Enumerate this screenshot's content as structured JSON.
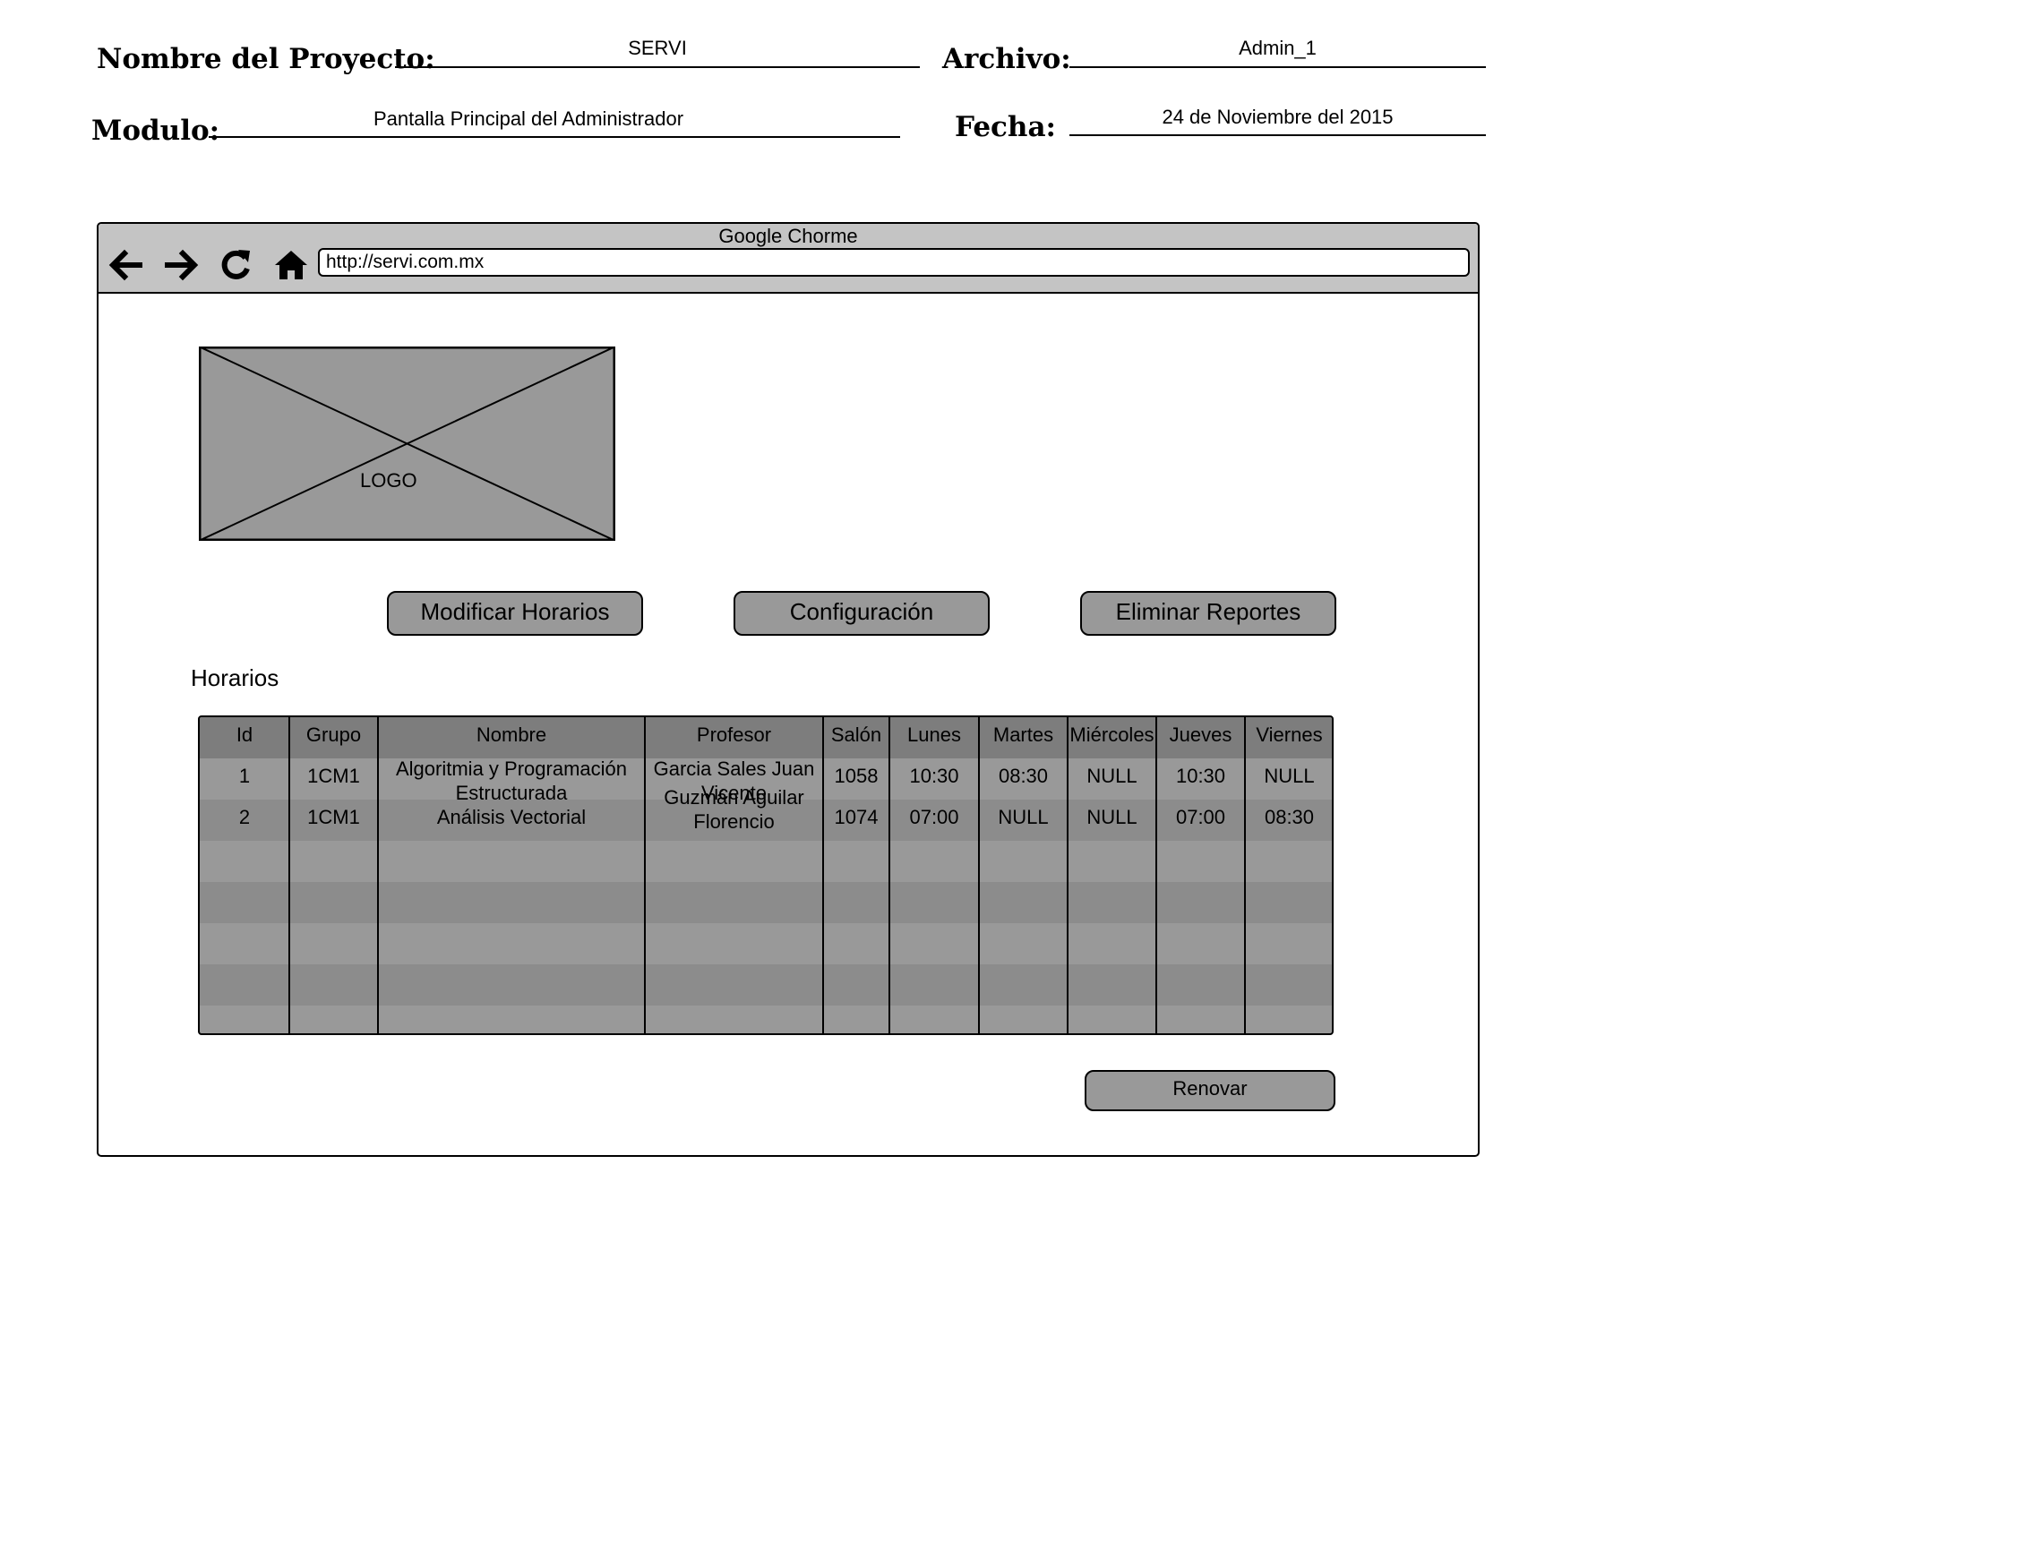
{
  "header": {
    "project_label": "Nombre del Proyecto:",
    "project_value": "SERVI",
    "file_label": "Archivo:",
    "file_value": "Admin_1",
    "module_label": "Modulo:",
    "module_value": "Pantalla Principal del Administrador",
    "date_label": "Fecha:",
    "date_value": "24 de Noviembre del 2015"
  },
  "browser": {
    "title": "Google Chorme",
    "url": "http://servi.com.mx",
    "icons": [
      "back-arrow-icon",
      "forward-arrow-icon",
      "reload-icon",
      "home-icon"
    ]
  },
  "logo": {
    "label": "LOGO"
  },
  "actions": {
    "modify": "Modificar Horarios",
    "config": "Configuración",
    "delete": "Eliminar Reportes",
    "renew": "Renovar"
  },
  "schedule": {
    "title": "Horarios",
    "columns": [
      "Id",
      "Grupo",
      "Nombre",
      "Profesor",
      "Salón",
      "Lunes",
      "Martes",
      "Miércoles",
      "Jueves",
      "Viernes"
    ],
    "rows": [
      [
        "1",
        "1CM1",
        "Algoritmia y Programación Estructurada",
        "Garcia Sales Juan Vicente",
        "1058",
        "10:30",
        "08:30",
        "NULL",
        "10:30",
        "NULL"
      ],
      [
        "2",
        "1CM1",
        "Análisis Vectorial",
        "Guzmán Aguilar Florencio",
        "1074",
        "07:00",
        "NULL",
        "NULL",
        "07:00",
        "08:30"
      ]
    ]
  },
  "colors": {
    "fill": "#999999",
    "header_fill": "#7d7d7d",
    "titlebar": "#c4c4c4"
  }
}
